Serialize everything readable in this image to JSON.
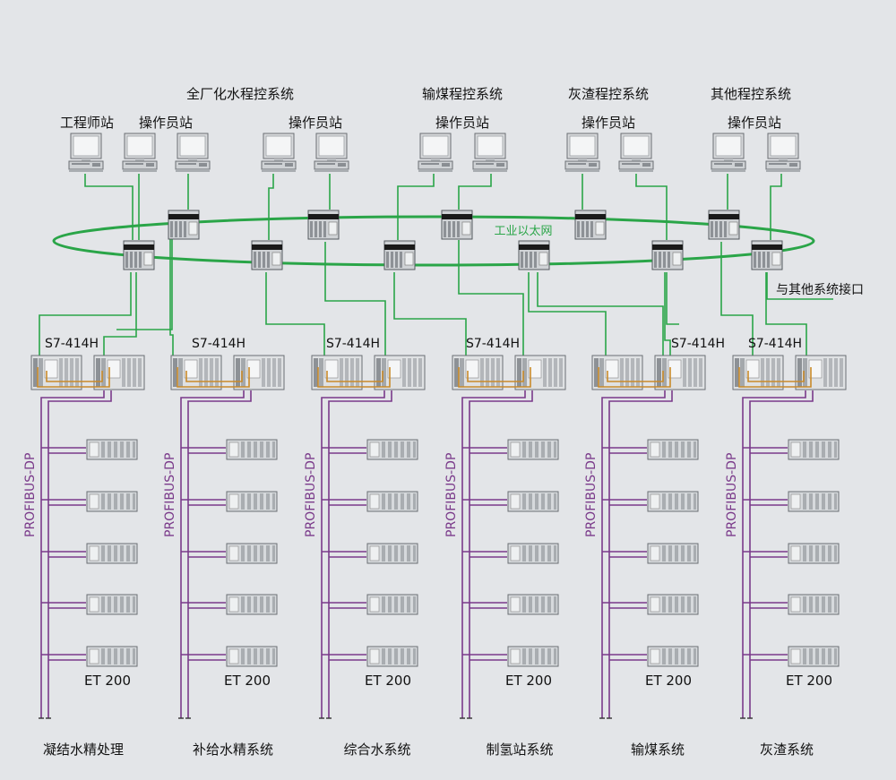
{
  "colors": {
    "background": "#e3e5e8",
    "ethernet": "#2aa548",
    "profibus": "#7a3a8a",
    "redundancy": "#c98a2a"
  },
  "header_labels": {
    "plant_water": "全厂化水程控系统",
    "coal": "输煤程控系统",
    "ash": "灰渣程控系统",
    "other": "其他程控系统"
  },
  "station_labels": {
    "engineer": "工程师站",
    "operator": "操作员站"
  },
  "network": {
    "ethernet_label": "工业以太网",
    "interface_label": "与其他系统接口"
  },
  "controller_label": "S7-414H",
  "bus_label": "PROFIBUS-DP",
  "io_label": "ET 200",
  "subsystems": [
    "凝结水精处理",
    "补给水精系统",
    "综合水系统",
    "制氢站系统",
    "输煤系统",
    "灰渣系统"
  ],
  "icons": {
    "pc": "computer-monitor-icon",
    "switch": "network-switch-icon",
    "plc": "plc-rack-icon",
    "io": "et200-module-icon",
    "ground": "bus-terminator-icon"
  }
}
